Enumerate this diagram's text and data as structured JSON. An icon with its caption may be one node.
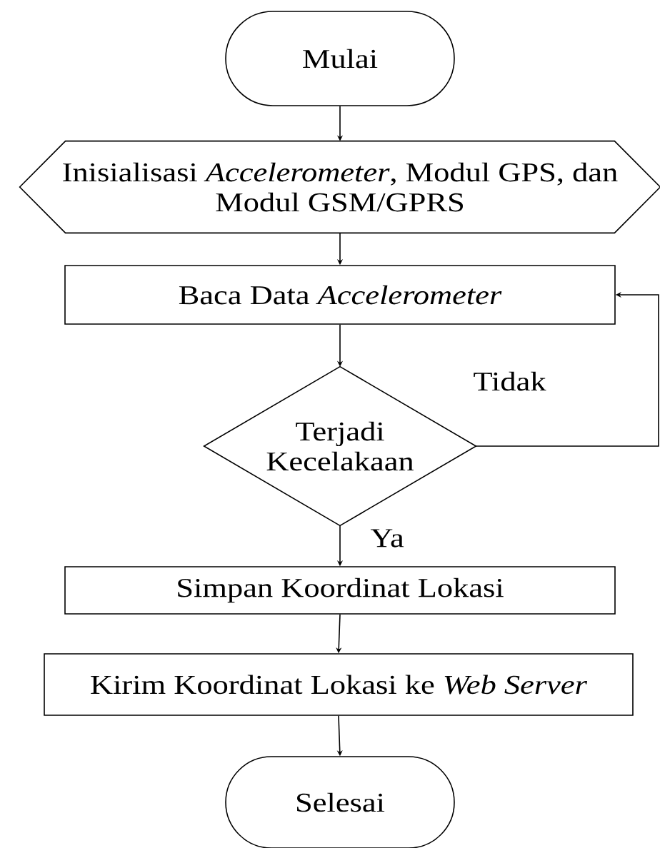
{
  "diagram": {
    "nodes": [
      {
        "text": [
          "Mulai"
        ]
      },
      {
        "text": [
          "Inisialisasi *Accelerometer*, Modul GPS, dan Modul GSM/GPRS"
        ]
      },
      {
        "text": [
          "Baca Data *Accelerometer*"
        ]
      },
      {
        "text": [
          "Terjadi Kecelakaan"
        ]
      },
      {
        "text": [
          "Simpan Koordinat Lokasi"
        ]
      },
      {
        "text": [
          "Kirim Koordinat Lokasi ke *Web Server*"
        ]
      },
      {
        "text": [
          "Selesai"
        ]
      }
    ],
    "edges": [
      {
        "from": 0,
        "to": 1,
        "arrow": "to"
      },
      {
        "from": 1,
        "to": 2,
        "arrow": "to"
      },
      {
        "from": 2,
        "to": 3,
        "arrow": "to"
      },
      {
        "from": 3,
        "to": 4,
        "arrow": "to",
        "label": "Ya"
      },
      {
        "from": 4,
        "to": 5,
        "arrow": "to"
      },
      {
        "from": 5,
        "to": 6,
        "arrow": "to"
      },
      {
        "from": 3,
        "to": 2,
        "arrow": "to",
        "label": "Tidak"
      }
    ]
  }
}
